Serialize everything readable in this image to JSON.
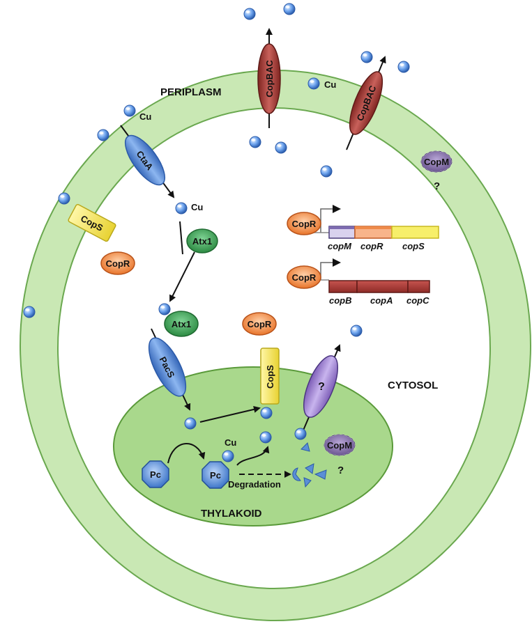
{
  "compartments": {
    "periplasm": "PERIPLASM",
    "cytosol": "CYTOSOL",
    "thylakoid": "THYLAKOID"
  },
  "metal_labels": {
    "cu_top": "Cu",
    "cu_left": "Cu",
    "cu_ctaA": "Cu",
    "cu_thylakoid": "Cu"
  },
  "proteins": {
    "copbac_top": "CopBAC",
    "copbac_right": "CopBAC",
    "ctaA": "CtaA",
    "pacS": "PacS",
    "atx1_top": "Atx1",
    "atx1_bottom": "Atx1",
    "copS_membrane": "CopS",
    "copS_thylakoid": "CopS",
    "copR_cytosol_left": "CopR",
    "copR_cytosol_center": "CopR",
    "copR_operon1": "CopR",
    "copR_operon2": "CopR",
    "copM_periplasm": "CopM",
    "copM_thylakoid": "CopM",
    "unknown_transporter": "?",
    "pc_left": "Pc",
    "pc_right": "Pc"
  },
  "question_marks": {
    "copM_periplasm_q": "?",
    "copM_thylakoid_q": "?"
  },
  "operon1": {
    "genes": [
      "copM",
      "copR",
      "copS"
    ]
  },
  "operon2": {
    "genes": [
      "copB",
      "copA",
      "copC"
    ]
  },
  "process_label": "Degradation",
  "colors": {
    "outer_ring": "#c9e8b4",
    "inner_cell": "#ffffff",
    "thylakoid": "#a9d88c",
    "membrane_line": "#6aa84f",
    "copper": "#3f7fd8",
    "copbac": "#b5413c",
    "ctaA_pacS": "#5b8fd6",
    "atx1": "#3ea656",
    "copS": "#f2e34a",
    "copR": "#f08c3c",
    "copM": "#8a6fa8",
    "unknown": "#a58bd1",
    "copM_gene": "#7d6bb0",
    "copR_gene": "#f4a272",
    "copS_gene": "#f7ef6a",
    "copBAC_gene": "#a83a36"
  }
}
